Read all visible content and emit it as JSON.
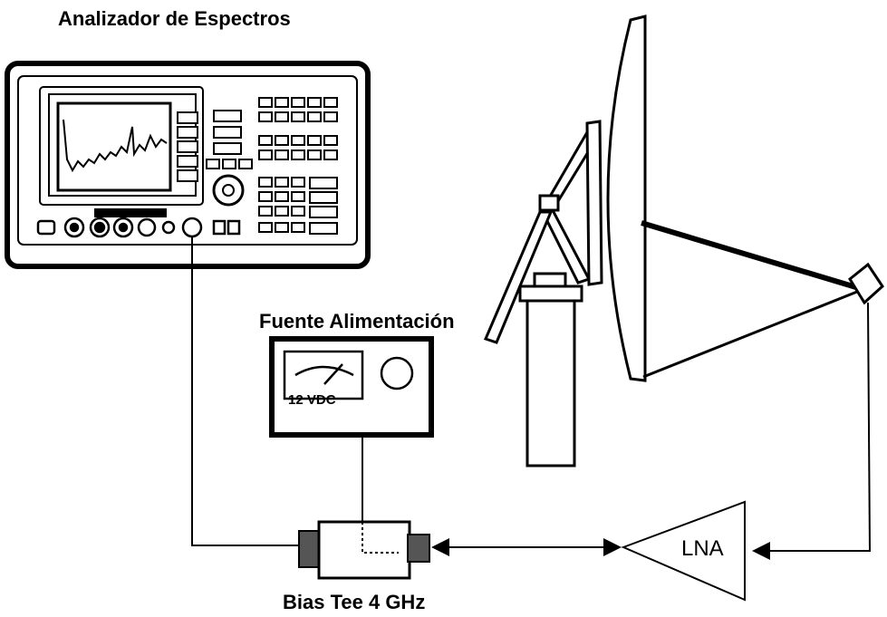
{
  "labels": {
    "analyzer": "Analizador de Espectros",
    "power_supply": "Fuente Alimentación",
    "voltage": "12 VDC",
    "bias_tee": "Bias Tee 4 GHz",
    "amplifier": "LNA"
  },
  "colors": {
    "ink": "#000000",
    "background": "#ffffff",
    "connector_fill": "#555555"
  },
  "icons": [
    "spectrum-analyzer-icon",
    "power-supply-icon",
    "satellite-dish-icon",
    "amplifier-icon",
    "bias-tee-icon"
  ]
}
